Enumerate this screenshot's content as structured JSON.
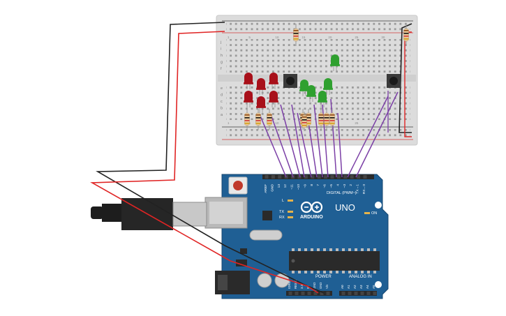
{
  "board": {
    "brand": "ARDUINO",
    "model": "UNO",
    "digital_header_label": "DIGITAL (PWM~)",
    "power_label": "POWER",
    "analog_label": "ANALOG IN",
    "on_label": "ON",
    "tx_label": "TX",
    "rx_label": "RX",
    "l_label": "L",
    "digital_pins": [
      "AREF",
      "GND",
      "13",
      "12",
      "~11",
      "~10",
      "~9",
      "8",
      "7",
      "~6",
      "~5",
      "4",
      "~3",
      "2",
      "TX→1",
      "RX←0"
    ],
    "power_pins": [
      "IOREF",
      "RESET",
      "3.3V",
      "5V",
      "GND",
      "GND",
      "Vin"
    ],
    "analog_pins": [
      "A0",
      "A1",
      "A2",
      "A3",
      "A4",
      "A5"
    ]
  },
  "breadboard": {
    "row_letters_top": [
      "j",
      "i",
      "h",
      "g",
      "f"
    ],
    "row_letters_bottom": [
      "e",
      "d",
      "c",
      "b",
      "a"
    ],
    "column_numbers": [
      "1",
      "5",
      "10",
      "15",
      "20",
      "25",
      "30"
    ]
  },
  "components": {
    "red_leds": 6,
    "green_leds": 5,
    "pushbuttons": 2,
    "resistors": 11
  },
  "colors": {
    "board_blue": "#1f5f94",
    "wire_purple": "#7b3fa6",
    "wire_red": "#e02424",
    "wire_black": "#222222",
    "led_red": "#a8101a",
    "led_green": "#2fa02f"
  }
}
